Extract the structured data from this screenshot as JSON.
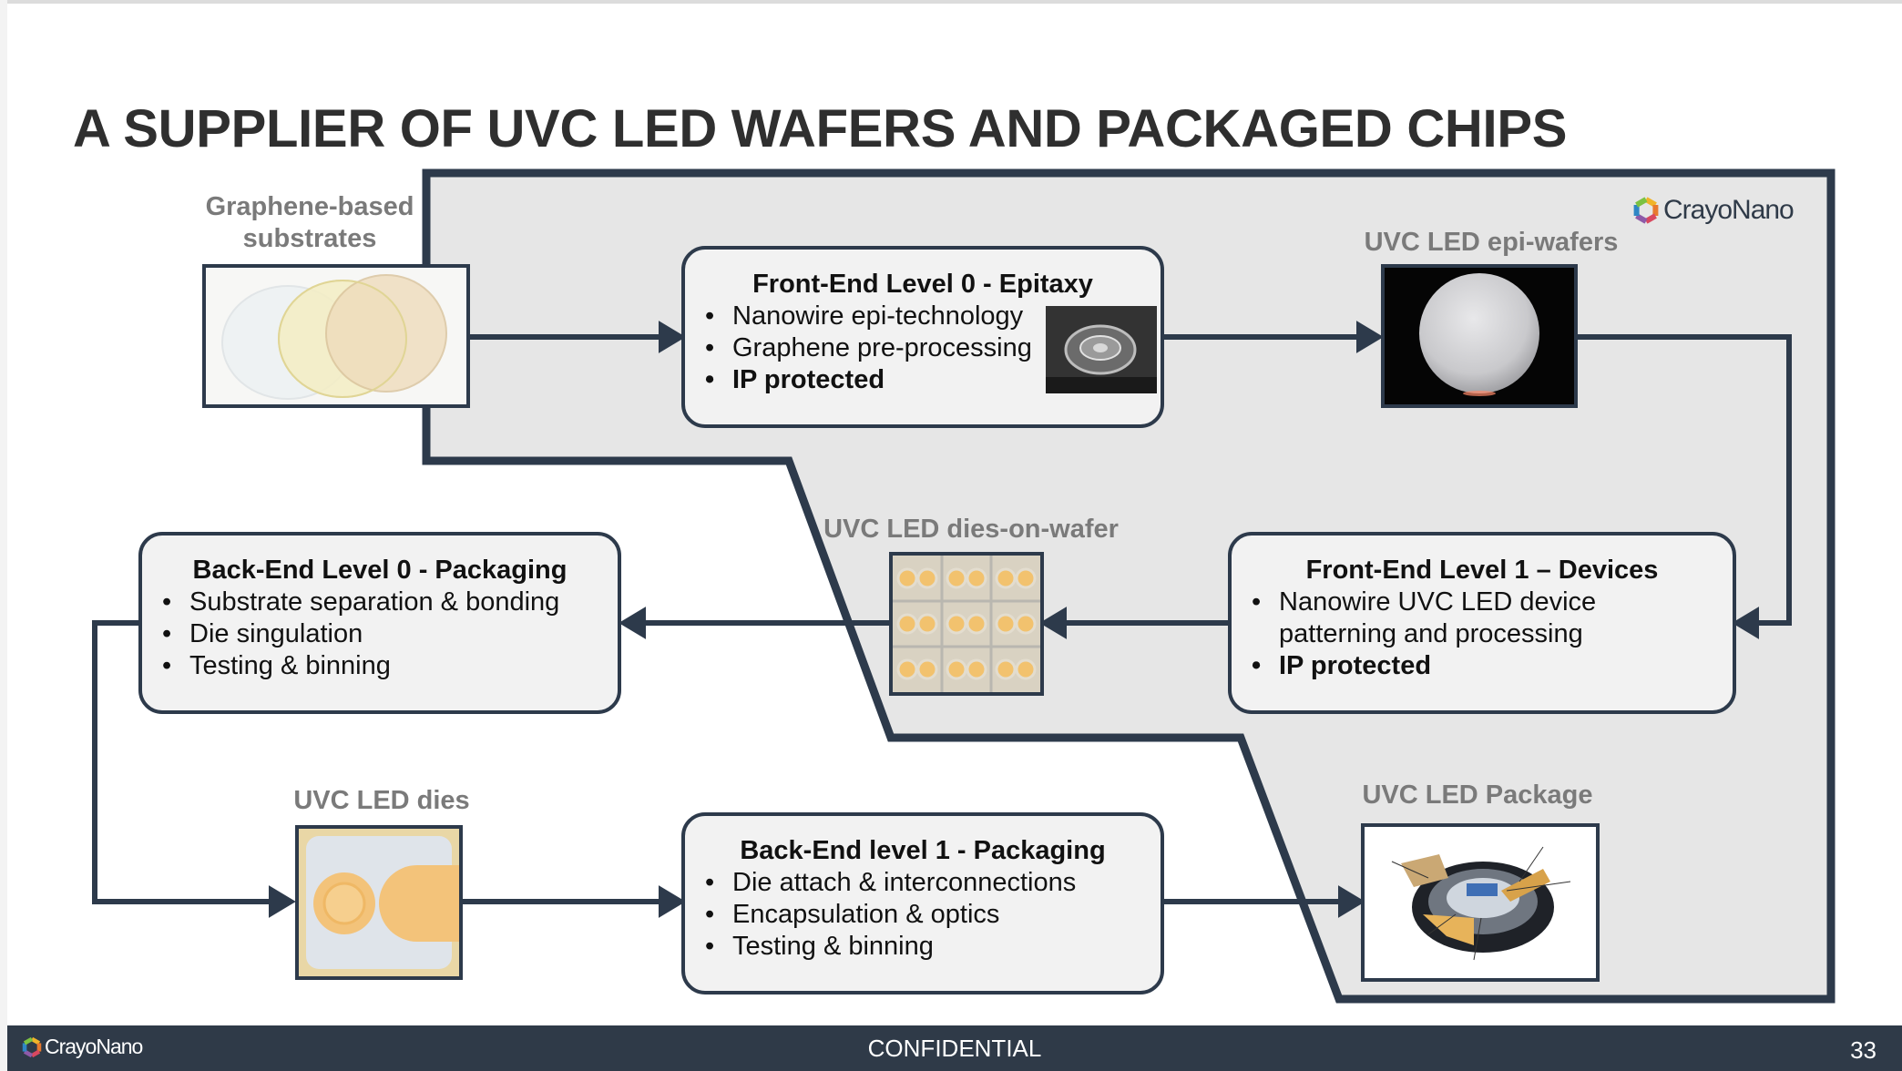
{
  "title": "A SUPPLIER OF UVC LED WAFERS AND PACKAGED CHIPS",
  "brand": {
    "name": "CrayoNano"
  },
  "labels": {
    "graphene": "Graphene-based\nsubstrates",
    "epi_wafers": "UVC LED epi-wafers",
    "dies_on_wafer": "UVC LED dies-on-wafer",
    "dies": "UVC LED dies",
    "package": "UVC LED Package"
  },
  "boxes": {
    "fe0": {
      "title": "Front-End Level 0 - Epitaxy",
      "items": [
        "Nanowire epi-technology",
        "Graphene pre-processing",
        "IP protected"
      ]
    },
    "fe1": {
      "title": "Front-End Level 1 – Devices",
      "items": [
        "Nanowire UVC LED device patterning and processing",
        "IP protected"
      ]
    },
    "be0": {
      "title": "Back-End Level 0 - Packaging",
      "items": [
        "Substrate separation & bonding",
        "Die singulation",
        "Testing & binning"
      ]
    },
    "be1": {
      "title": "Back-End level 1 - Packaging",
      "items": [
        "Die attach & interconnections",
        "Encapsulation & optics",
        "Testing & binning"
      ]
    }
  },
  "footer": {
    "confidential": "CONFIDENTIAL",
    "page": "33"
  },
  "colors": {
    "frame": "#2d3a4b",
    "region": "#e6e6e6",
    "box_fill": "#f2f2f2",
    "label": "#7a7a7a",
    "footer": "#2f3a48"
  }
}
